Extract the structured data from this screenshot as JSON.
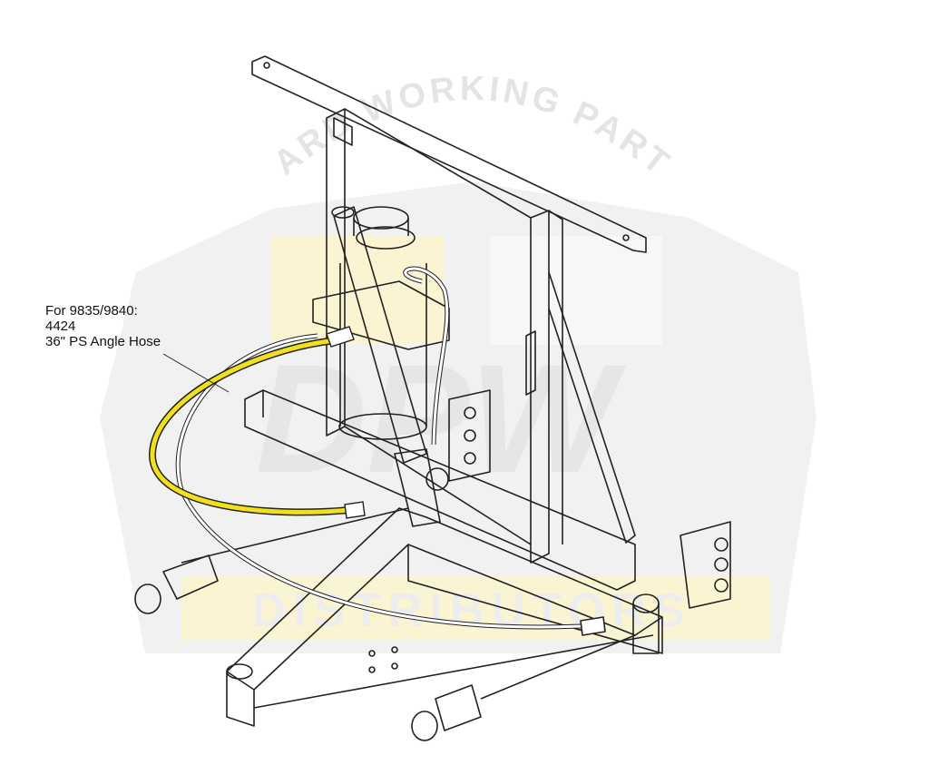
{
  "watermark": {
    "arc_text": "HARD WORKING PARTS",
    "logo_text": "DPW",
    "subtitle": "DISTRIBUTORS",
    "gray": "#e6e6e6",
    "yellow": "#fbf3cf"
  },
  "callout": {
    "line1": "For 9835/9840:",
    "line2": "4424",
    "line3": "36\" PS Angle Hose"
  },
  "colors": {
    "hose_highlight": "#f2e01c",
    "line": "#222222"
  }
}
